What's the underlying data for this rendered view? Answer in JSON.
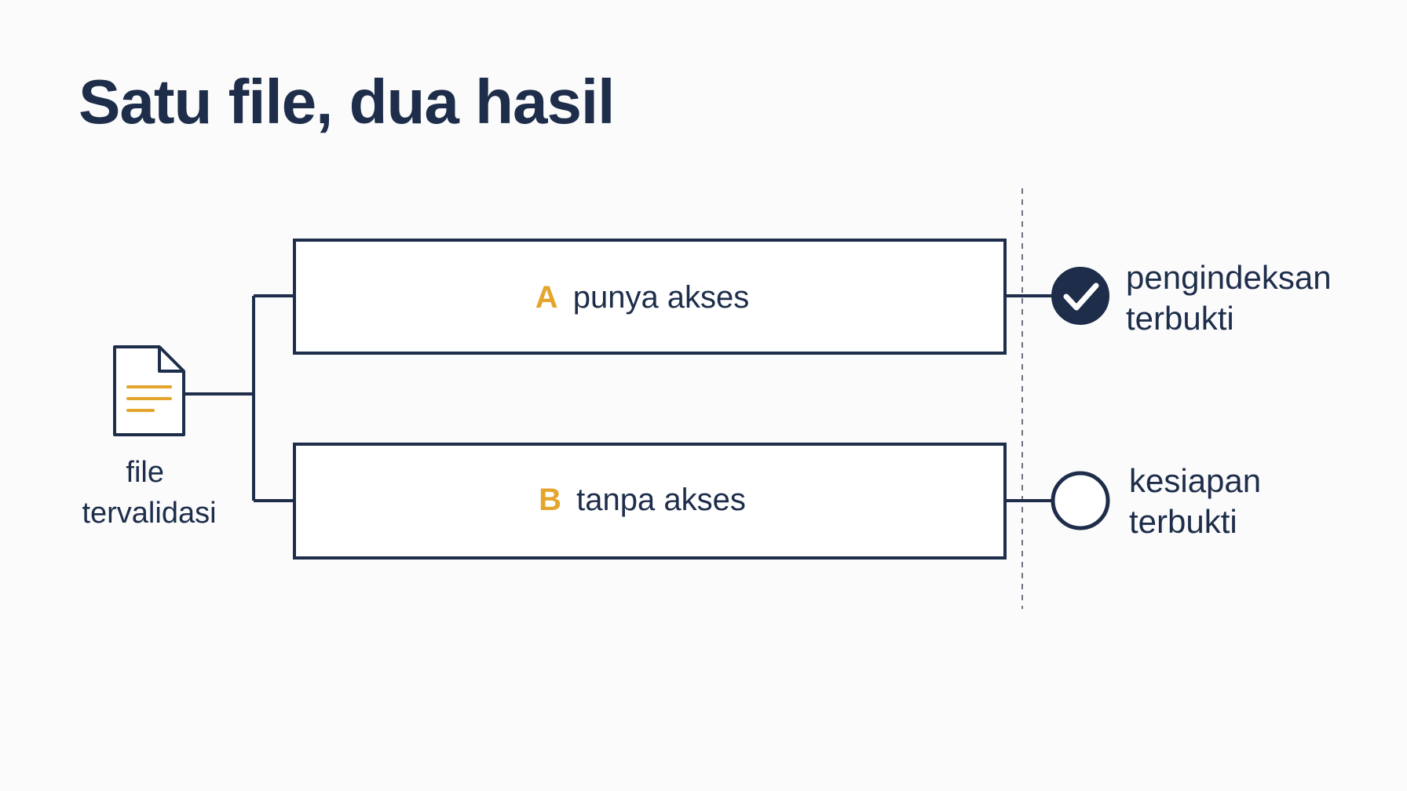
{
  "title": "Satu file, dua hasil",
  "source": {
    "icon": "document-icon",
    "label_line1": "file",
    "label_line2": "tervalidasi"
  },
  "paths": [
    {
      "letter": "A",
      "text": "punya akses",
      "result_icon": "check-circle-filled-icon",
      "result_line1": "pengindeksan",
      "result_line2": "terbukti"
    },
    {
      "letter": "B",
      "text": "tanpa akses",
      "result_icon": "empty-circle-icon",
      "result_line1": "kesiapan",
      "result_line2": "terbukti"
    }
  ],
  "colors": {
    "navy": "#1d2d4a",
    "accent": "#e3a52c",
    "background": "#fbfbfb",
    "divider": "#6b7280"
  }
}
